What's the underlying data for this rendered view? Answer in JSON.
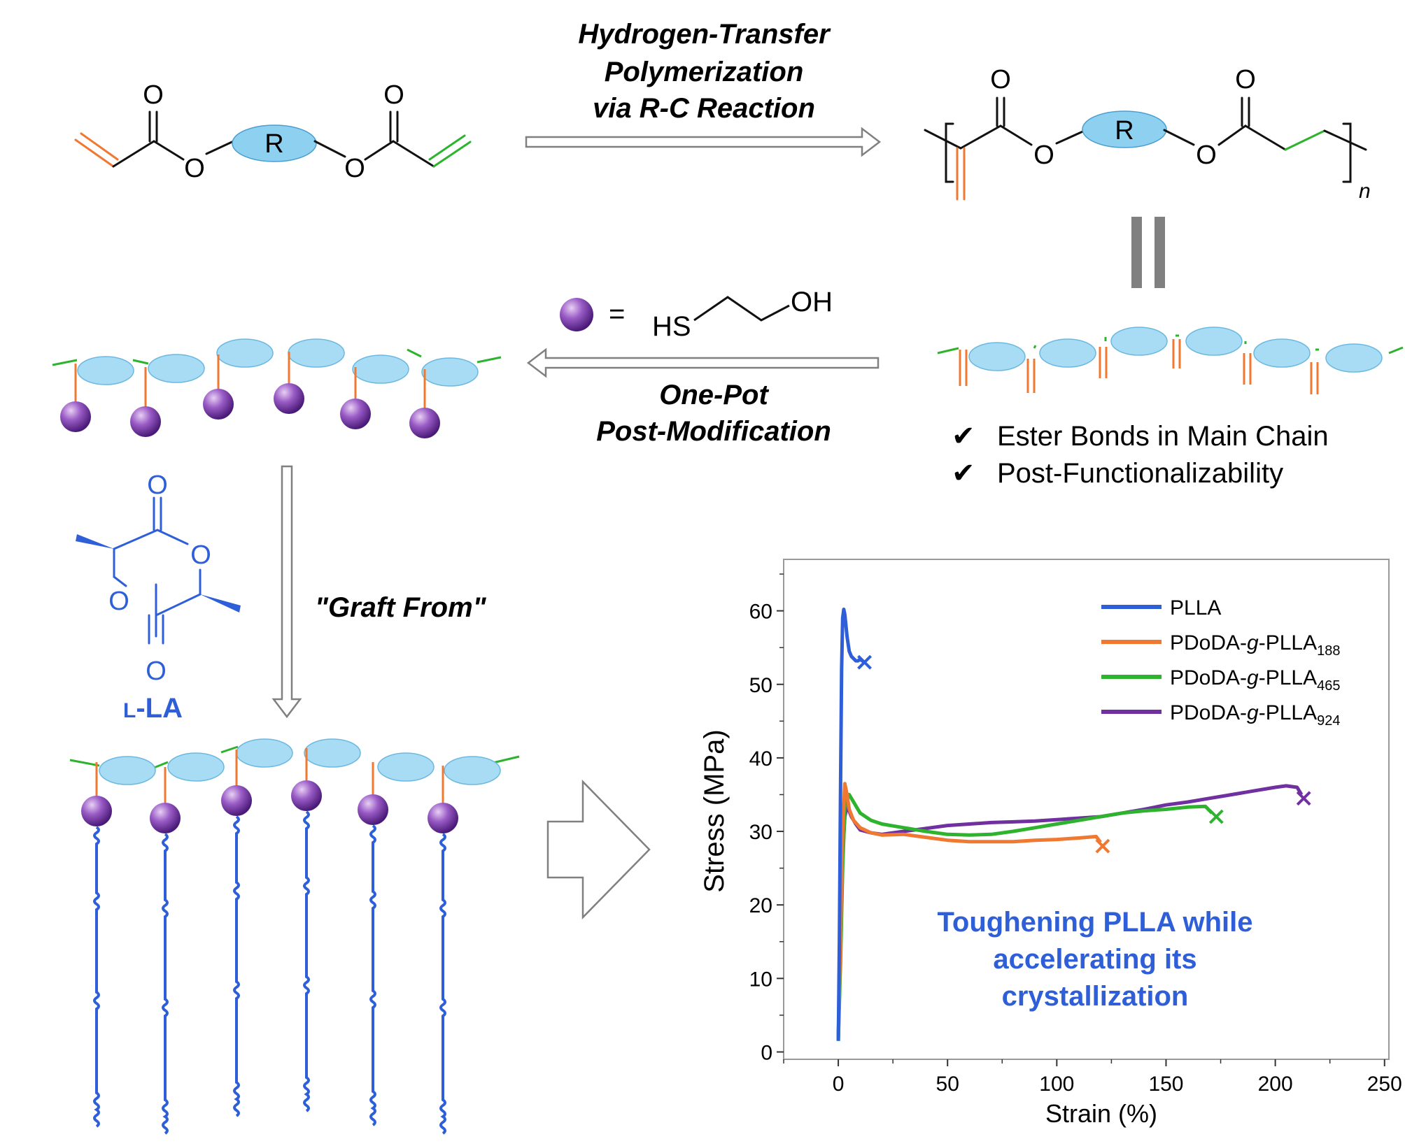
{
  "reaction": {
    "polymerization_line1": "Hydrogen-Transfer",
    "polymerization_line2": "Polymerization",
    "polymerization_line3": "via R-C Reaction",
    "postmod_line1": "One-Pot",
    "postmod_line2": "Post-Modification",
    "graft_label": "\"Graft From\""
  },
  "structures": {
    "atom_O": "O",
    "atom_R": "R",
    "repeat_n": "n",
    "thiol_equals": "=",
    "thiol_HS": "HS",
    "thiol_OH": "OH",
    "lactide_prefix": "L",
    "lactide_suffix": "-LA"
  },
  "features": {
    "check_glyph": "✔",
    "feature_1": "Ester Bonds in Main Chain",
    "feature_2": "Post-Functionalizability"
  },
  "annotation": {
    "line1": "Toughening PLLA while",
    "line2": "accelerating its",
    "line3": "crystallization"
  },
  "colors": {
    "orange": "#F07830",
    "green": "#2DB32D",
    "blue": "#2E5FD8",
    "purple": "#7030A0",
    "ellipse": "#8ED0F0",
    "gray": "#808080"
  },
  "chart_data": {
    "type": "line",
    "xlabel": "Strain (%)",
    "ylabel": "Stress (MPa)",
    "xlim": [
      -25,
      252
    ],
    "ylim": [
      -1,
      67
    ],
    "xticks": [
      0,
      50,
      100,
      150,
      200,
      250
    ],
    "yticks": [
      0,
      10,
      20,
      30,
      40,
      50,
      60
    ],
    "grid": false,
    "legend_position": "top-right",
    "series": [
      {
        "name_main": "PLLA",
        "name_mid": "",
        "name_end": "",
        "name_sub": "",
        "color": "#2E5FD8",
        "x": [
          0.0,
          0.5,
          1.0,
          1.5,
          2.0,
          2.5,
          3.0,
          3.5,
          4.0,
          5.0,
          6.0,
          7.0,
          8.0,
          9.0,
          10.0,
          11.0,
          12.0
        ],
        "y": [
          1.5,
          15.0,
          35.0,
          52.0,
          59.0,
          60.2,
          59.5,
          58.0,
          56.5,
          54.5,
          53.8,
          53.5,
          53.2,
          53.2,
          53.4,
          53.2,
          53.0
        ],
        "break": [
          12.0,
          53.0
        ]
      },
      {
        "name_main": "PDoDA-",
        "name_mid": "g",
        "name_end": "-PLLA",
        "name_sub": "188",
        "color": "#F07830",
        "x": [
          0.0,
          1.0,
          2.0,
          3.0,
          4.0,
          5.0,
          7.0,
          10.0,
          15.0,
          20.0,
          30.0,
          40.0,
          50.0,
          60.0,
          70.0,
          80.0,
          90.0,
          100.0,
          110.0,
          118.0,
          120.0
        ],
        "y": [
          2.5,
          15.0,
          30.0,
          36.5,
          35.0,
          33.0,
          31.5,
          30.5,
          29.8,
          29.5,
          29.6,
          29.2,
          28.8,
          28.6,
          28.6,
          28.6,
          28.8,
          28.9,
          29.1,
          29.3,
          28.5
        ],
        "break": [
          121.0,
          28.0
        ]
      },
      {
        "name_main": "PDoDA-",
        "name_mid": "g",
        "name_end": "-PLLA",
        "name_sub": "465",
        "color": "#2DB32D",
        "x": [
          0.0,
          1.0,
          2.0,
          3.0,
          4.0,
          5.0,
          7.0,
          10.0,
          15.0,
          20.0,
          30.0,
          40.0,
          50.0,
          60.0,
          70.0,
          80.0,
          90.0,
          100.0,
          110.0,
          120.0,
          130.0,
          140.0,
          150.0,
          160.0,
          168.0,
          171.0
        ],
        "y": [
          1.5,
          12.0,
          25.0,
          33.0,
          35.0,
          35.0,
          34.0,
          32.5,
          31.5,
          31.0,
          30.5,
          30.0,
          29.6,
          29.5,
          29.6,
          30.0,
          30.5,
          31.0,
          31.5,
          32.0,
          32.5,
          32.8,
          33.0,
          33.3,
          33.4,
          32.5
        ],
        "break": [
          173.0,
          32.0
        ]
      },
      {
        "name_main": "PDoDA-",
        "name_mid": "g",
        "name_end": "-PLLA",
        "name_sub": "924",
        "color": "#7030A0",
        "x": [
          0.0,
          1.0,
          2.0,
          3.0,
          4.0,
          6.0,
          8.0,
          10.0,
          15.0,
          20.0,
          25.0,
          30.0,
          40.0,
          50.0,
          60.0,
          70.0,
          80.0,
          90.0,
          100.0,
          110.0,
          120.0,
          130.0,
          140.0,
          150.0,
          160.0,
          170.0,
          180.0,
          190.0,
          200.0,
          205.0,
          210.0,
          212.0
        ],
        "y": [
          2.0,
          14.0,
          27.0,
          32.0,
          33.5,
          32.0,
          31.0,
          30.2,
          29.8,
          29.6,
          29.8,
          30.0,
          30.4,
          30.8,
          31.0,
          31.2,
          31.3,
          31.4,
          31.6,
          31.8,
          32.0,
          32.5,
          33.0,
          33.6,
          34.0,
          34.5,
          35.0,
          35.5,
          36.0,
          36.2,
          36.0,
          35.0
        ],
        "break": [
          213.0,
          34.5
        ]
      }
    ]
  }
}
